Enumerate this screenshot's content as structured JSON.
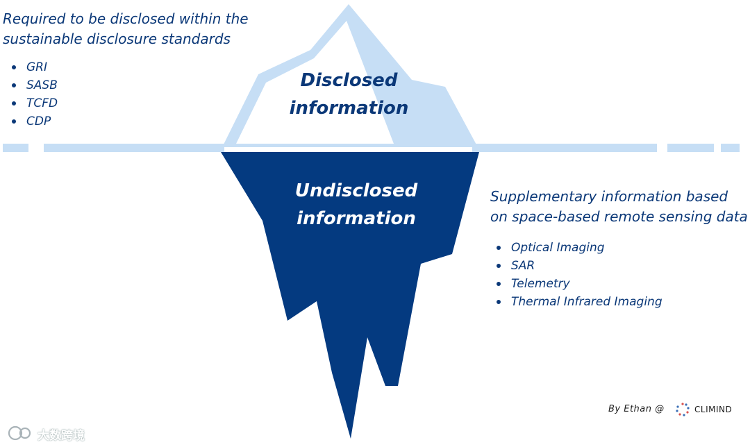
{
  "top_left": {
    "heading": "Required to be disclosed within the sustainable disclosure standards",
    "items": [
      "GRI",
      "SASB",
      "TCFD",
      "CDP"
    ]
  },
  "iceberg": {
    "above_label": "Disclosed information",
    "below_label": "Undisclosed information"
  },
  "right": {
    "heading": "Supplementary information based on space-based remote sensing data",
    "items": [
      "Optical Imaging",
      "SAR",
      "Telemetry",
      "Thermal Infrared Imaging"
    ]
  },
  "footer": {
    "credit": "By Ethan @",
    "brand": "CLIMIND",
    "watermark": "大数跨境"
  },
  "colors": {
    "light_blue": "#c6def5",
    "dark_blue": "#043a80",
    "text": "#0b3878"
  }
}
